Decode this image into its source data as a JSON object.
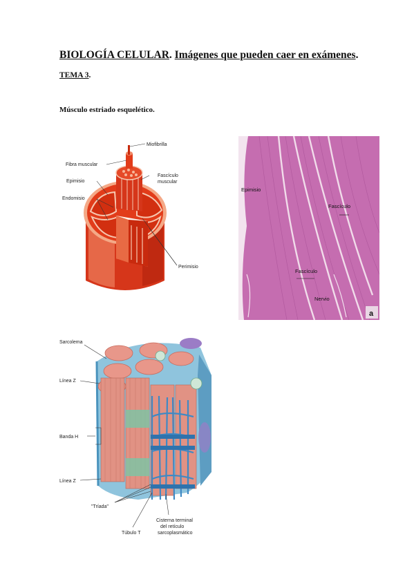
{
  "header": {
    "title_part1": "BIOLOGÍA CELULAR",
    "title_sep": ". ",
    "title_part2": "Imágenes que pueden caer en exámenes",
    "title_end": ".",
    "topic": "TEMA 3",
    "topic_end": ".",
    "section": "Músculo estriado esquelético."
  },
  "figure1": {
    "labels": {
      "miofibrilla": "Miofibrilla",
      "fibra": "Fibra muscular",
      "fasciculo_1": "Fascículo",
      "fasciculo_2": "muscular",
      "epimisio": "Epimisio",
      "endomisio": "Endomisio",
      "perimisio": "Perimisio"
    },
    "colors": {
      "muscle": "#e23c1a",
      "light": "#f6b79a",
      "dark": "#a81c08"
    }
  },
  "micrograph": {
    "labels": {
      "epimisio": "Epimisio",
      "fasciculo_top": "Fascículo",
      "fasciculo_bottom": "Fascículo",
      "nervio": "Nervio",
      "panel": "a"
    },
    "colors": {
      "tissue": "#c86fb0",
      "background": "#f3e4ef"
    }
  },
  "figure2": {
    "labels": {
      "sarcolema": "Sarcolema",
      "linea_z_top": "Línea Z",
      "banda_h": "Banda H",
      "linea_z_bottom": "Línea Z",
      "triada": "\"Tríada\"",
      "tubulo_t": "Túbulo T",
      "cisterna_1": "Cisterna terminal",
      "cisterna_2": "del retículo",
      "cisterna_3": "sarcoplasmático"
    },
    "colors": {
      "myofibril": "#e8978a",
      "reticulum": "#3f89c4",
      "sarcolemma": "#8fc4dd"
    }
  }
}
